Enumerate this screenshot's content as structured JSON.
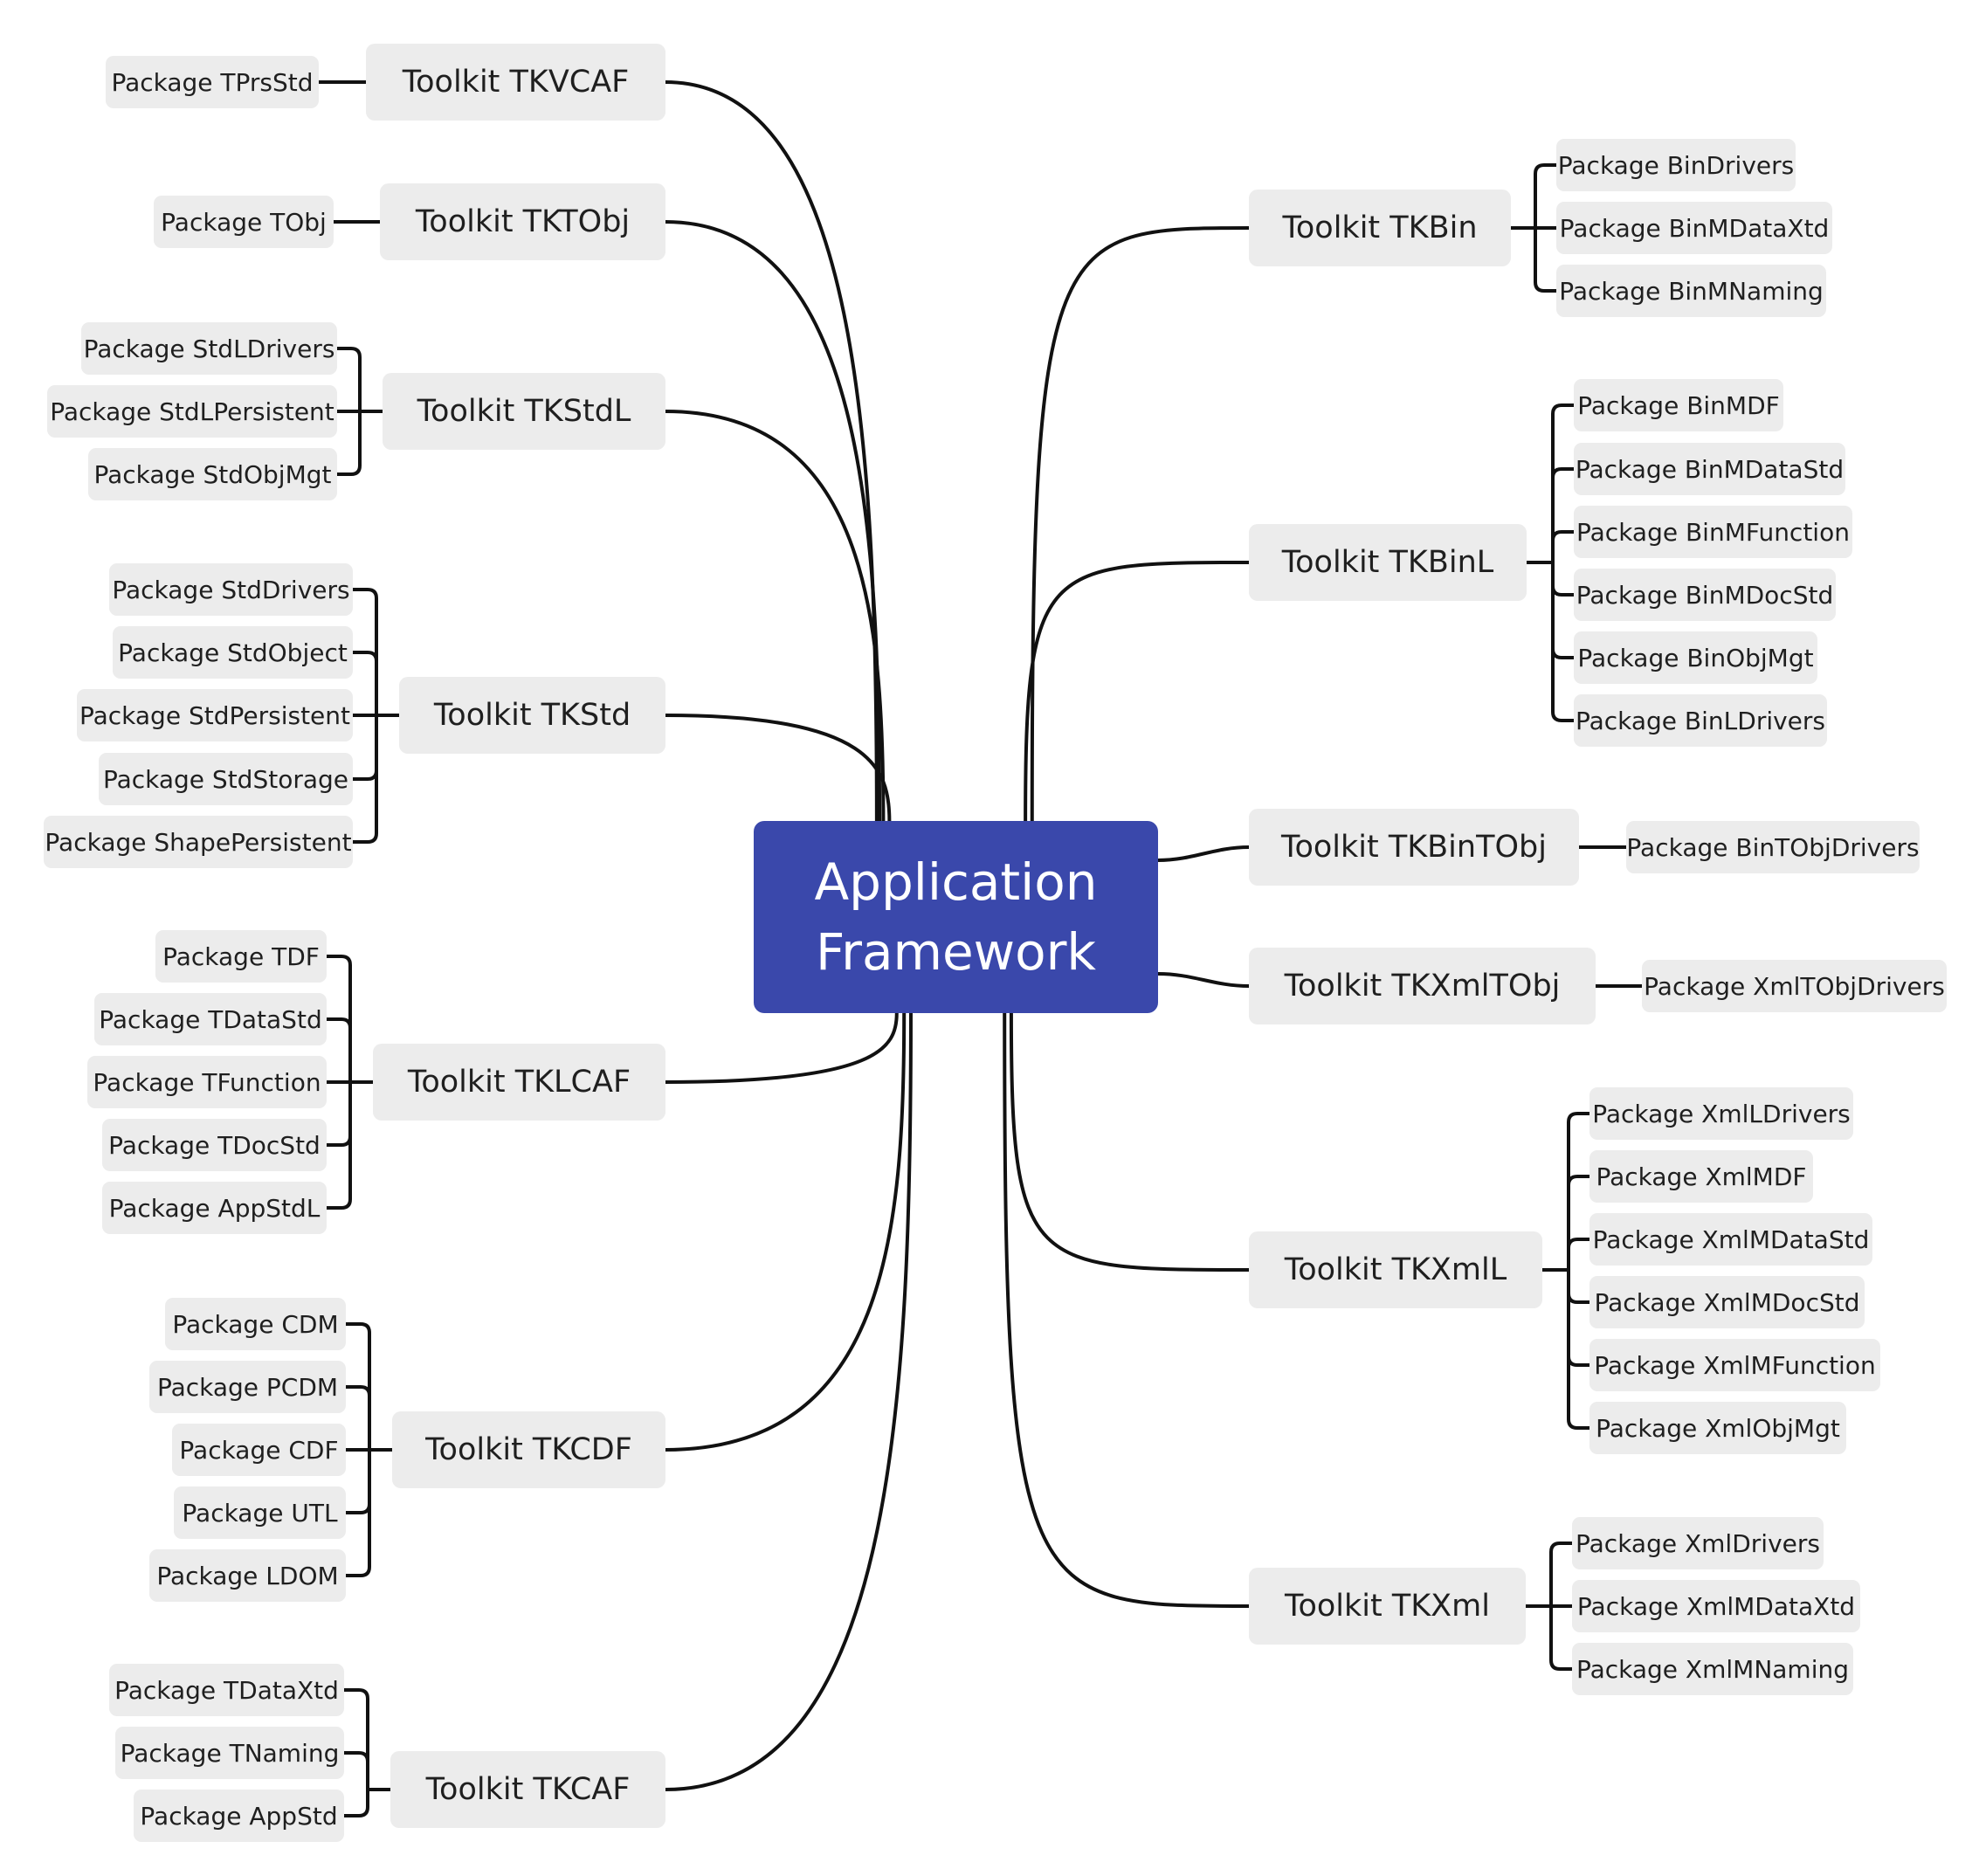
{
  "central": {
    "line1": "Application",
    "line2": "Framework",
    "color": "#3a48ab"
  },
  "left": [
    {
      "toolkit": "Toolkit TKVCAF",
      "packages": [
        "Package TPrsStd"
      ]
    },
    {
      "toolkit": "Toolkit TKTObj",
      "packages": [
        "Package TObj"
      ]
    },
    {
      "toolkit": "Toolkit TKStdL",
      "packages": [
        "Package StdLDrivers",
        "Package StdLPersistent",
        "Package StdObjMgt"
      ]
    },
    {
      "toolkit": "Toolkit TKStd",
      "packages": [
        "Package StdDrivers",
        "Package StdObject",
        "Package StdPersistent",
        "Package StdStorage",
        "Package ShapePersistent"
      ]
    },
    {
      "toolkit": "Toolkit TKLCAF",
      "packages": [
        "Package TDF",
        "Package TDataStd",
        "Package TFunction",
        "Package TDocStd",
        "Package AppStdL"
      ]
    },
    {
      "toolkit": "Toolkit TKCDF",
      "packages": [
        "Package CDM",
        "Package PCDM",
        "Package CDF",
        "Package UTL",
        "Package LDOM"
      ]
    },
    {
      "toolkit": "Toolkit TKCAF",
      "packages": [
        "Package TDataXtd",
        "Package TNaming",
        "Package AppStd"
      ]
    }
  ],
  "right": [
    {
      "toolkit": "Toolkit TKBin",
      "packages": [
        "Package BinDrivers",
        "Package BinMDataXtd",
        "Package BinMNaming"
      ]
    },
    {
      "toolkit": "Toolkit TKBinL",
      "packages": [
        "Package BinMDF",
        "Package BinMDataStd",
        "Package BinMFunction",
        "Package BinMDocStd",
        "Package BinObjMgt",
        "Package BinLDrivers"
      ]
    },
    {
      "toolkit": "Toolkit TKBinTObj",
      "packages": [
        "Package BinTObjDrivers"
      ]
    },
    {
      "toolkit": "Toolkit TKXmlTObj",
      "packages": [
        "Package XmlTObjDrivers"
      ]
    },
    {
      "toolkit": "Toolkit TKXmlL",
      "packages": [
        "Package XmlLDrivers",
        "Package XmlMDF",
        "Package XmlMDataStd",
        "Package XmlMDocStd",
        "Package XmlMFunction",
        "Package XmlObjMgt"
      ]
    },
    {
      "toolkit": "Toolkit TKXml",
      "packages": [
        "Package XmlDrivers",
        "Package XmlMDataXtd",
        "Package XmlMNaming"
      ]
    }
  ]
}
